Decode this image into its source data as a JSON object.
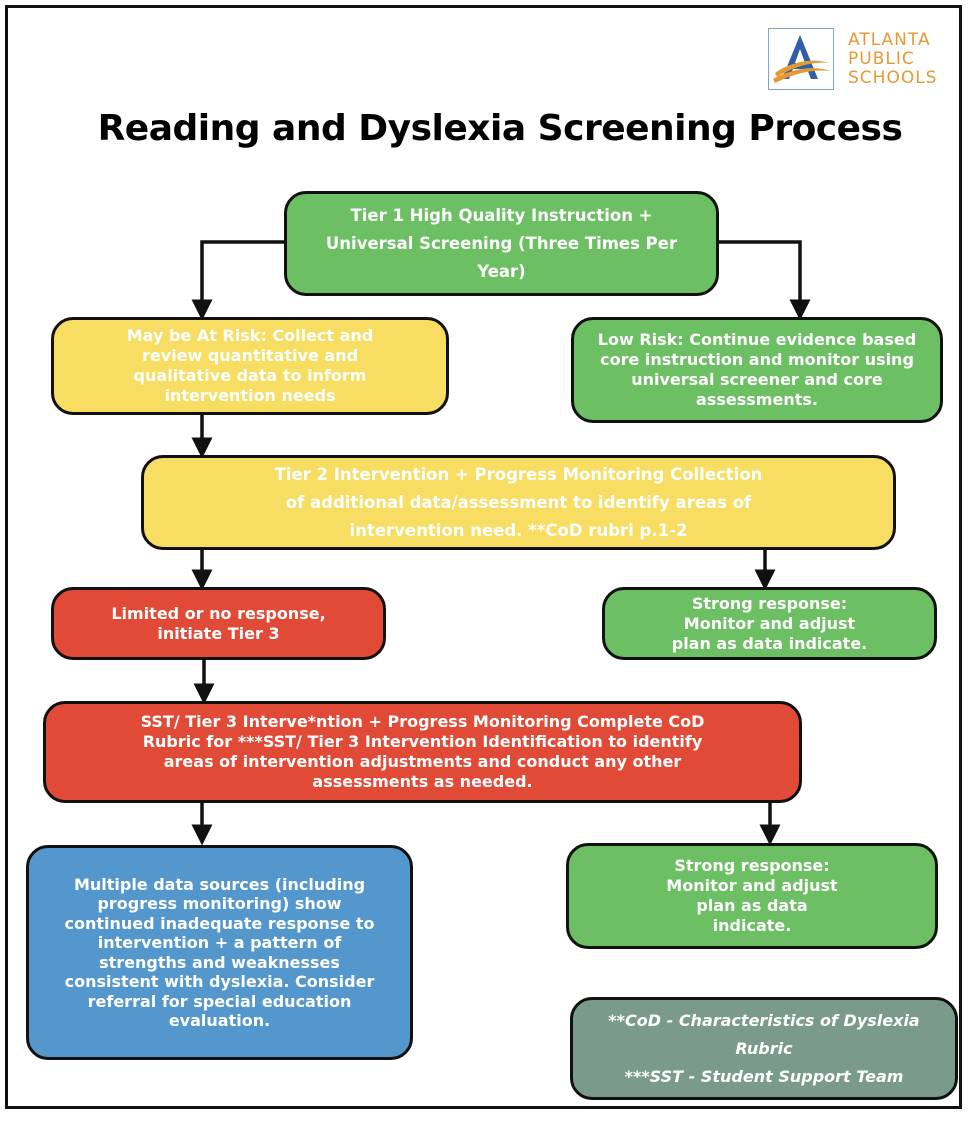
{
  "title": "Reading and Dyslexia Screening Process",
  "logo": {
    "line1": "ATLANTA",
    "line2": "PUBLIC",
    "line3": "SCHOOLS"
  },
  "colors": {
    "green": "#6cbf63",
    "yellow": "#f8dd63",
    "red": "#e04a36",
    "blue": "#5397cc",
    "gray": "#7a9a8b"
  },
  "nodes": {
    "tier1": "Tier 1 High Quality Instruction + Universal Screening (Three Times Per Year)",
    "at_risk": "May be At Risk:  Collect and review quantitative and qualitative data to inform intervention needs",
    "low_risk": "Low Risk: Continue evidence based core instruction and monitor using universal screener and core assessments.",
    "tier2": "Tier 2 Intervention + Progress Monitoring Collection of additional data/assessment to identify areas of intervention need. **CoD rubri p.1-2",
    "limited_response": "Limited or no response, initiate Tier 3",
    "strong_response_1": "Strong response: Monitor and adjust plan as data indicate.",
    "tier3": "SST/ Tier 3 Interve*ntion + Progress Monitoring Complete CoD Rubric for ***SST/ Tier 3 Intervention Identification to identify areas of intervention adjustments and conduct any other assessments as needed.",
    "referral": "Multiple data sources (including progress monitoring) show continued inadequate response to intervention + a pattern of strengths and weaknesses consistent with dyslexia. Consider referral for special education evaluation.",
    "strong_response_2": "Strong response: Monitor and adjust plan as data indicate."
  },
  "legend": {
    "line1": "**CoD - Characteristics of Dyslexia Rubric",
    "line2": "***SST - Student Support Team"
  }
}
